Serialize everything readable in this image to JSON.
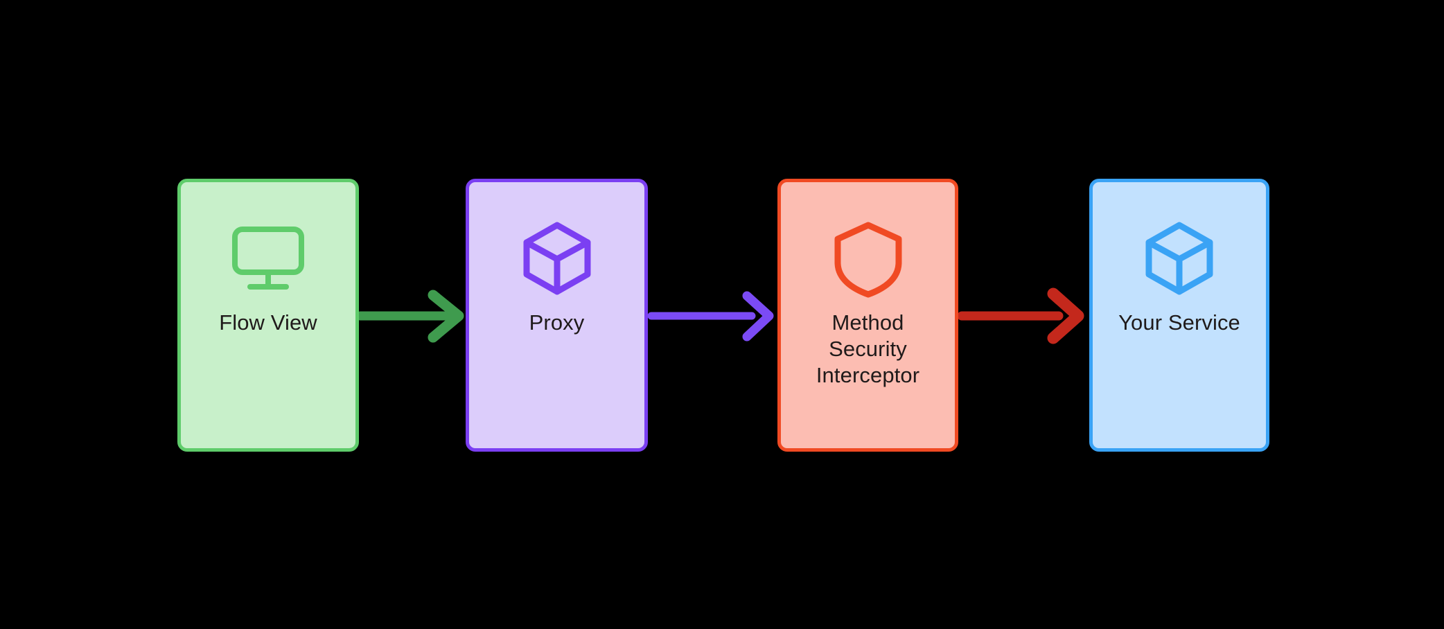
{
  "diagram": {
    "type": "flow-diagram",
    "orientation": "left-to-right",
    "background_color": "#000000",
    "label_text_color": "#1f1a1a",
    "nodes": [
      {
        "id": "flow-view",
        "label": "Flow View",
        "icon": "monitor-icon",
        "fill_color": "#C8F0CA",
        "border_color": "#5FCC6B",
        "icon_color": "#5FCC6B"
      },
      {
        "id": "proxy",
        "label": "Proxy",
        "icon": "cube-icon",
        "fill_color": "#DCCDFB",
        "border_color": "#7B3FF2",
        "icon_color": "#7B3FF2"
      },
      {
        "id": "method-security-interceptor",
        "label": "Method\nSecurity\nInterceptor",
        "icon": "shield-icon",
        "fill_color": "#FCBDB2",
        "border_color": "#F04A23",
        "icon_color": "#F04A23"
      },
      {
        "id": "your-service",
        "label": "Your Service",
        "icon": "cube-icon",
        "fill_color": "#C2E1FE",
        "border_color": "#3AA3F5",
        "icon_color": "#3AA3F5"
      }
    ],
    "edges": [
      {
        "id": "flow-view-to-proxy",
        "from": "flow-view",
        "to": "proxy",
        "color": "#3F9B4E",
        "label": ""
      },
      {
        "id": "proxy-to-interceptor",
        "from": "proxy",
        "to": "method-security-interceptor",
        "color": "#7B4BF5",
        "label": ""
      },
      {
        "id": "interceptor-to-service",
        "from": "method-security-interceptor",
        "to": "your-service",
        "color": "#C4281C",
        "label": ""
      }
    ]
  }
}
